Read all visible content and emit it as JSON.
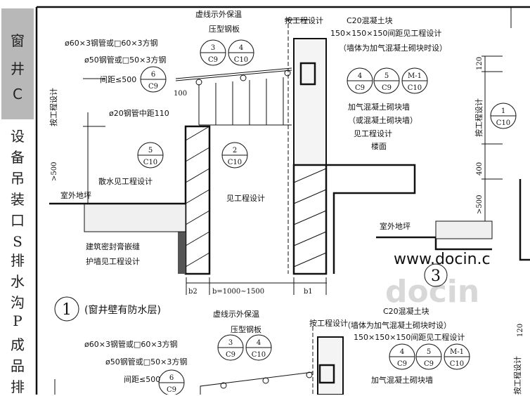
{
  "sidebar": {
    "tab_title": [
      "窗",
      "井",
      "C"
    ],
    "items": [
      "设",
      "备",
      "吊",
      "装",
      "口",
      "S",
      "排",
      "水",
      "沟",
      "P",
      "成",
      "品",
      "排"
    ]
  },
  "top": {
    "insulation": "虚线示外保温",
    "steel_deck": "压型钢板",
    "pipe60": "ø60×3钢管或□60×3方钢",
    "pipe50": "ø50钢管或□50×3方钢",
    "spacing": "间距≤500",
    "dim100": "100",
    "pipe20": "ø20钢管中距110",
    "per_design_v": "按工程设计",
    "gt500": ">500",
    "apron": "散水见工程设计",
    "see_design": "见工程设计",
    "outdoor_grade": "室外地坪",
    "sealant": "建筑密封膏嵌缝",
    "guard_wall": "护墙见工程设计",
    "b2": "b2",
    "b": "b=1000~1500",
    "b1": "b1",
    "detail_no": "1",
    "detail_caption": "(窗井壁有防水层)"
  },
  "right": {
    "per_design": "按工程设计",
    "c20": "C20混凝土块",
    "block_size": "150×150×150间距见工程设计",
    "block_note": "（墙体为加气混凝土砌块时设）",
    "aac_wall": "加气混凝土砌块墙",
    "or_wall": "（或混凝土砌块墙）",
    "see_design": "见工程设计",
    "floor": "楼面",
    "dim120": "120",
    "per_design_v": "按工程设计",
    "dim400": "400",
    "gt500": ">500",
    "outdoor_grade": "室外地坪",
    "detail_no": "3"
  },
  "bottom": {
    "insulation": "虚线示外保温",
    "steel_deck": "压型钢板",
    "per_design": "按工程设计",
    "c20": "C20混凝土块",
    "block_note": "（墙体为加气混凝土砌块时设）",
    "block_size": "150×150×150间距见工程设计",
    "pipe60": "ø60×3钢管或□60×3方钢",
    "pipe50": "ø50钢管或□50×3方钢",
    "spacing": "间距≤500",
    "aac_wall": "加气混凝土砌块墙",
    "dim120": "120",
    "per_design_v": "按工程设计"
  },
  "refs": {
    "r3c9": [
      "3",
      "C9"
    ],
    "r4c10": [
      "4",
      "C10"
    ],
    "r6c9": [
      "6",
      "C9"
    ],
    "r5c10": [
      "5",
      "C10"
    ],
    "r2c10": [
      "2",
      "C10"
    ],
    "r4c9": [
      "4",
      "C9"
    ],
    "r5c9": [
      "5",
      "C9"
    ],
    "rm1c10": [
      "M-1",
      "C10"
    ],
    "r1c10": [
      "1",
      "C10"
    ]
  },
  "watermark": {
    "logo": "docin",
    "url": "www.docin.c"
  }
}
